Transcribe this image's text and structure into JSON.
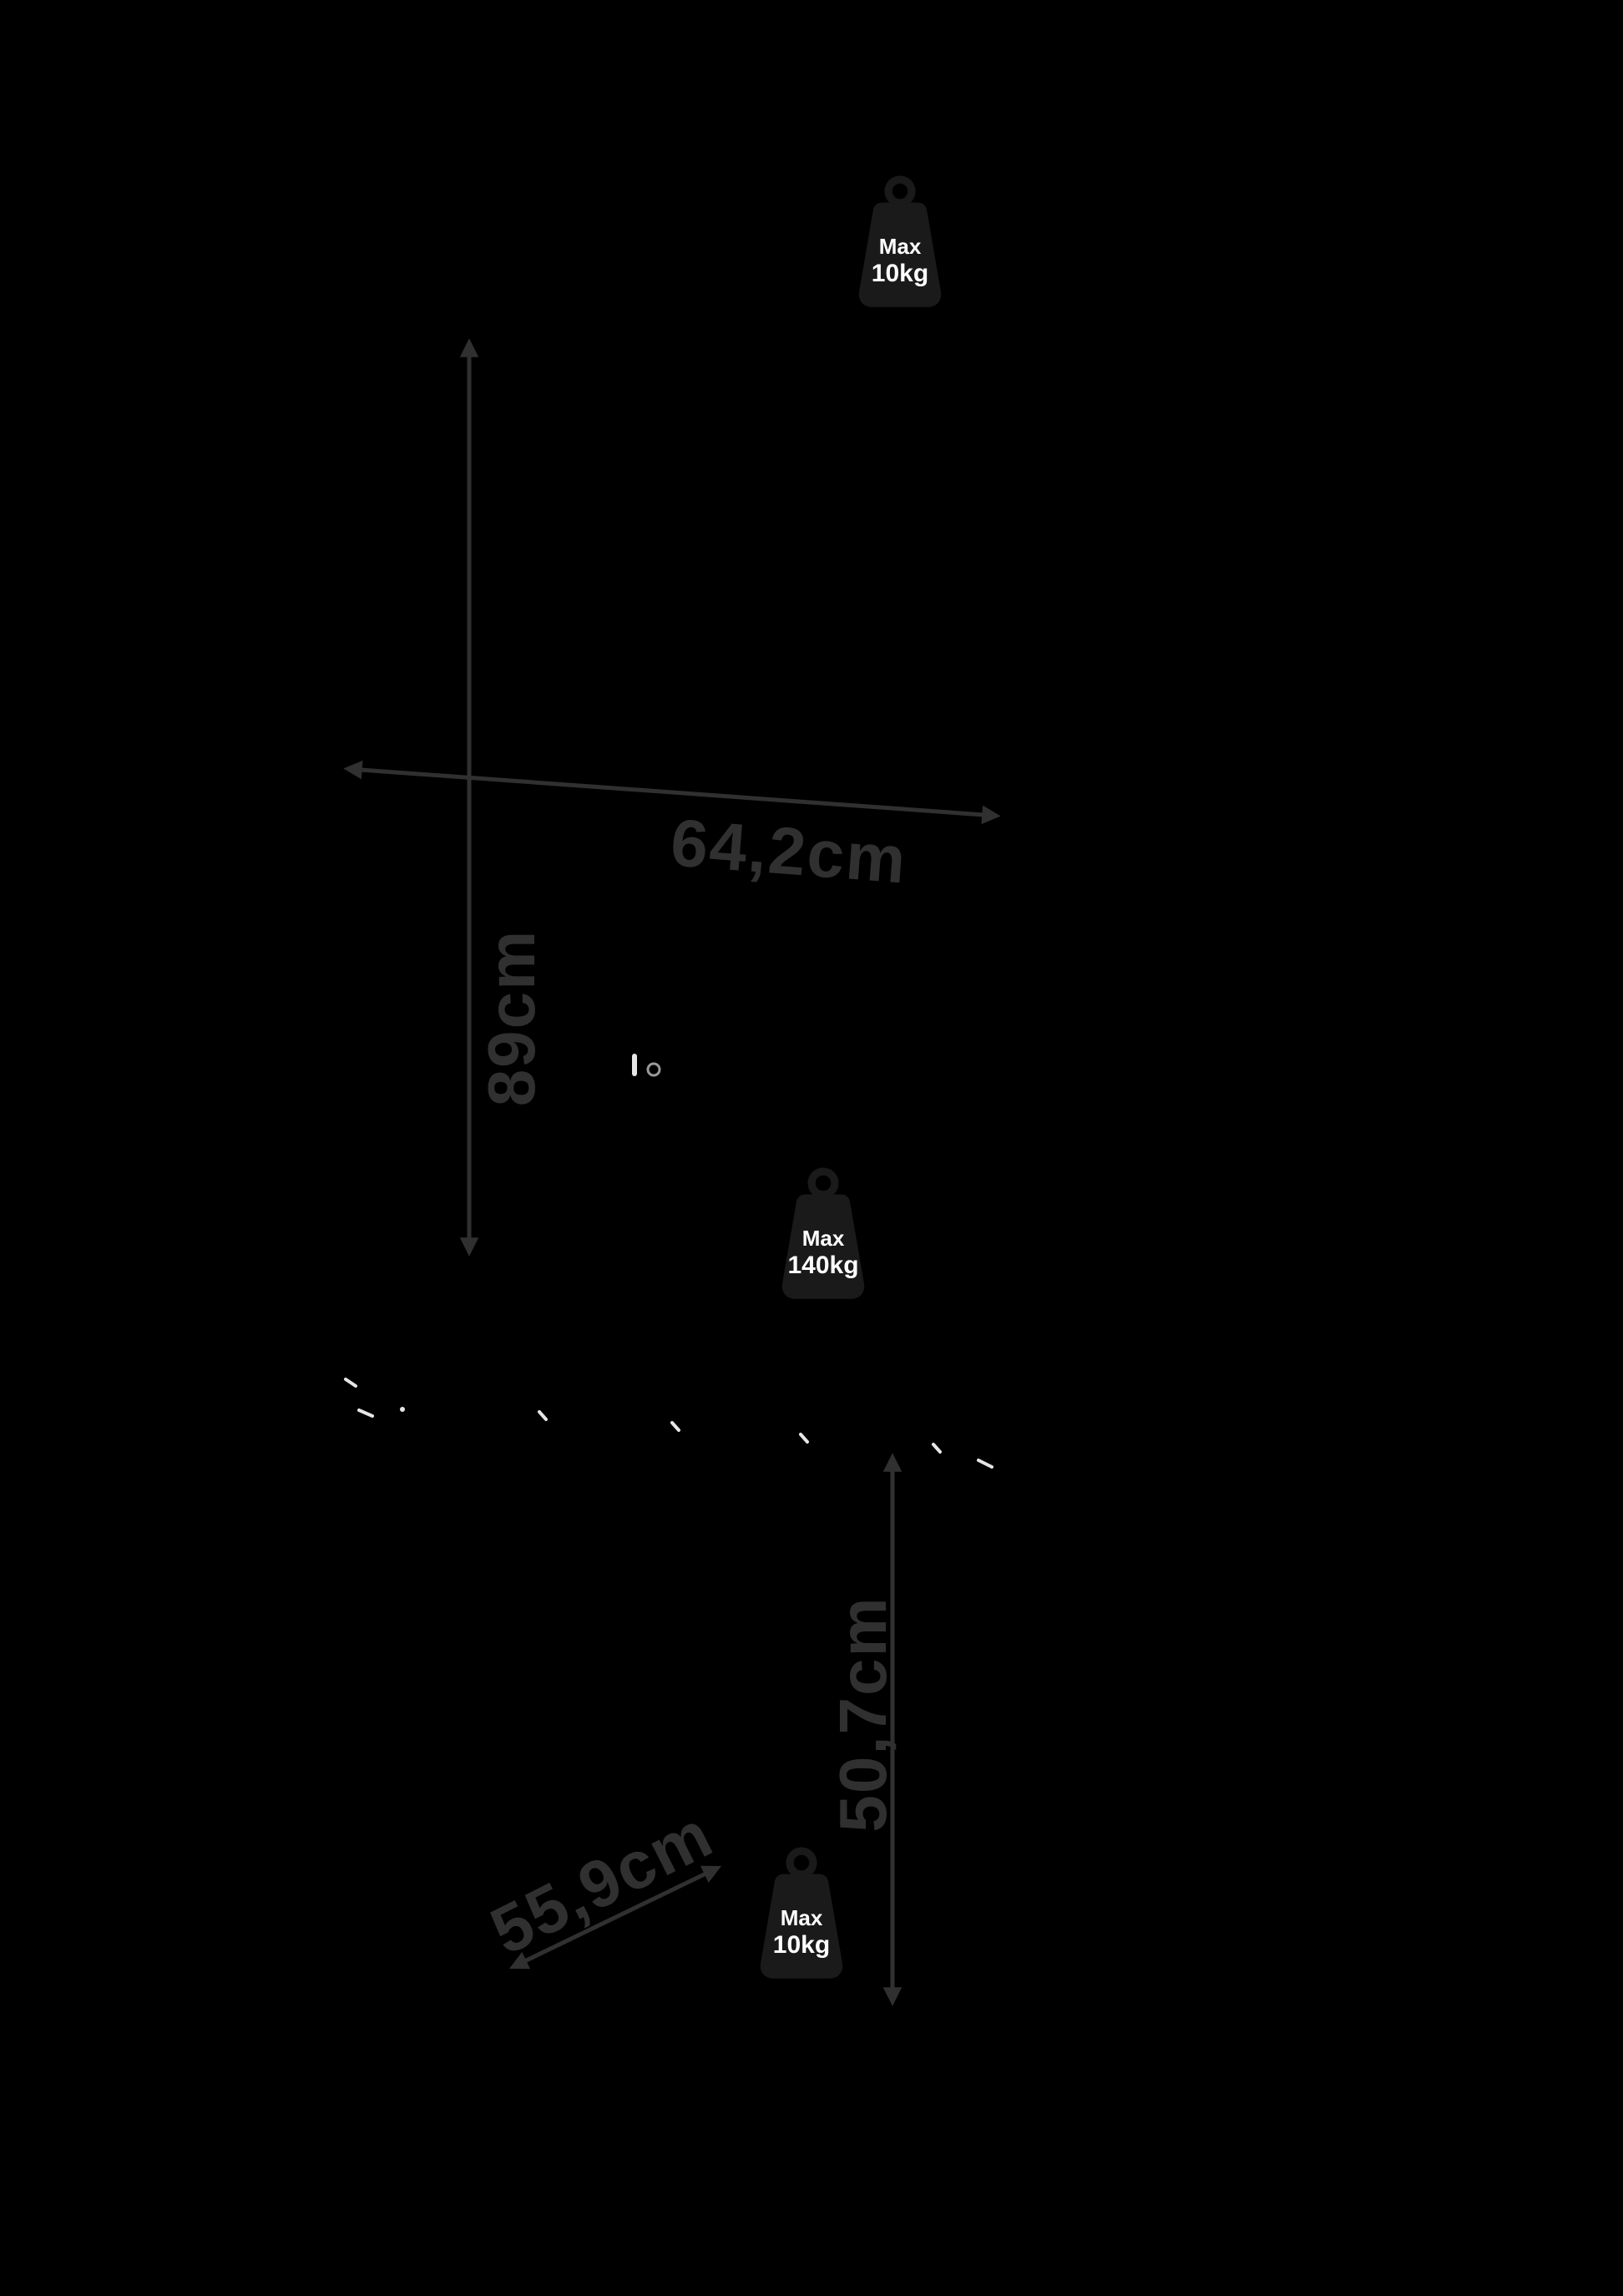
{
  "diagram": {
    "dimensions": {
      "height": {
        "label": "89cm"
      },
      "width": {
        "label": "64,2cm"
      },
      "tabletop_height": {
        "label": "50,7cm"
      },
      "depth": {
        "label": "55,9cm"
      }
    },
    "load_badges": [
      {
        "line1": "Max",
        "line2": "10kg"
      },
      {
        "line1": "Max",
        "line2": "140kg"
      },
      {
        "line1": "Max",
        "line2": "10kg"
      }
    ]
  },
  "colors": {
    "background": "#000000",
    "dimension": "#303030",
    "weight-body": "#1a1a1a",
    "weight-text": "#ffffff",
    "glint": "#e6e6e6"
  }
}
